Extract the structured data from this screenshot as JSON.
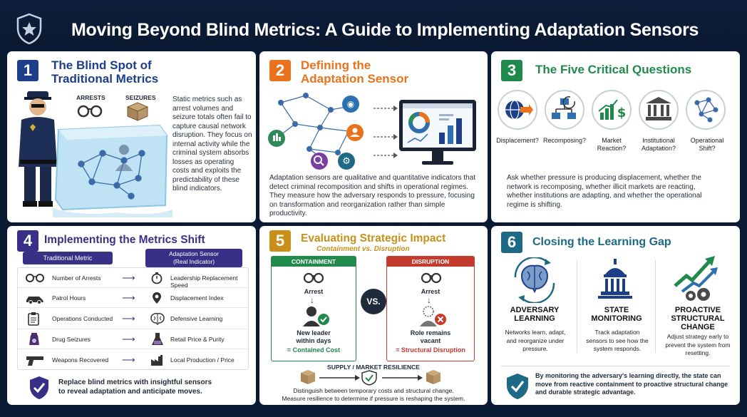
{
  "header": {
    "title": "Moving Beyond Blind Metrics: A Guide to Implementing Adaptation Sensors",
    "icon": "star-shield-icon"
  },
  "p1": {
    "number": "1",
    "title_line1": "The Blind Spot of",
    "title_line2": "Traditional Metrics",
    "label_arrests": "ARRESTS",
    "label_seizures": "SEIZURES",
    "text": "Static metrics such as arrest volumes and seizure totals often fail to capture causal network disruption. They focus on internal activity while the criminal system absorbs losses as operating costs and exploits the predictability of these blind indicators."
  },
  "p2": {
    "number": "2",
    "title_line1": "Defining the",
    "title_line2": "Adaptation Sensor",
    "text": "Adaptation sensors are qualitative and quantitative indicators that detect criminal recomposition and shifts in operational regimes. They measure how the adversary responds to pressure, focusing on transformation and reorganization rather than simple productivity."
  },
  "p3": {
    "number": "3",
    "title": "The Five Critical Questions",
    "questions": [
      "Displacement?",
      "Recomposing?",
      "Market Reaction?",
      "Institutional Adaptation?",
      "Operational Shift?"
    ],
    "text": "Ask whether pressure is producing displacement, whether the network is recomposing, whether illicit markets are reacting, whether institutions are adapting, and whether the operational regime is shifting."
  },
  "p4": {
    "number": "4",
    "title": "Implementing the Metrics Shift",
    "col_left": "Traditional Metric",
    "col_right_line1": "Adaptation Sensor",
    "col_right_line2": "(Real Indicator)",
    "rows": [
      {
        "left": "Number of Arrests",
        "right": "Leadership Replacement Speed"
      },
      {
        "left": "Patrol Hours",
        "right": "Displacement Index"
      },
      {
        "left": "Operations Conducted",
        "right": "Defensive Learning"
      },
      {
        "left": "Drug Seizures",
        "right": "Retail Price & Purity"
      },
      {
        "left": "Weapons Recovered",
        "right": "Local Production / Price"
      }
    ],
    "footer_line1": "Replace blind metrics with insightful sensors",
    "footer_line2": "to reveal adaptation and anticipate moves."
  },
  "p5": {
    "number": "5",
    "title": "Evaluating Strategic Impact",
    "subtitle": "Containment vs. Disruption",
    "containment": {
      "header": "CONTAINMENT",
      "action": "Arrest",
      "result_line1": "New leader",
      "result_line2": "within days",
      "outcome": "= Contained Cost"
    },
    "vs": "VS.",
    "disruption": {
      "header": "DISRUPTION",
      "action": "Arrest",
      "result_line1": "Role remains",
      "result_line2": "vacant",
      "outcome": "= Structural Disruption"
    },
    "supply_title": "SUPPLY / MARKET RESILIENCE",
    "footer_line1": "Distinguish between temporary costs and structural change.",
    "footer_line2": "Measure resilience to determine if pressure is reshaping the system."
  },
  "p6": {
    "number": "6",
    "title": "Closing the Learning Gap",
    "cols": [
      {
        "title_line1": "ADVERSARY",
        "title_line2": "LEARNING",
        "title_line3": "",
        "text": "Networks learn, adapt, and reorganize under pressure."
      },
      {
        "title_line1": "STATE",
        "title_line2": "MONITORING",
        "title_line3": "",
        "text": "Track adaptation sensors to see how the system responds."
      },
      {
        "title_line1": "PROACTIVE",
        "title_line2": "STRUCTURAL",
        "title_line3": "CHANGE",
        "text": "Adjust strategy early to prevent the system from resetting."
      }
    ],
    "footer": "By monitoring the adversary's learning directly, the state can move from reactive containment to proactive structural change and durable strategic advantage."
  },
  "colors": {
    "navy": "#0b1a33",
    "blue": "#1d3f8a",
    "orange": "#e8731c",
    "green": "#1f8a4c",
    "purple": "#3a2f86",
    "gold": "#c8901a",
    "teal": "#1e6a86",
    "red": "#c43a2c"
  }
}
